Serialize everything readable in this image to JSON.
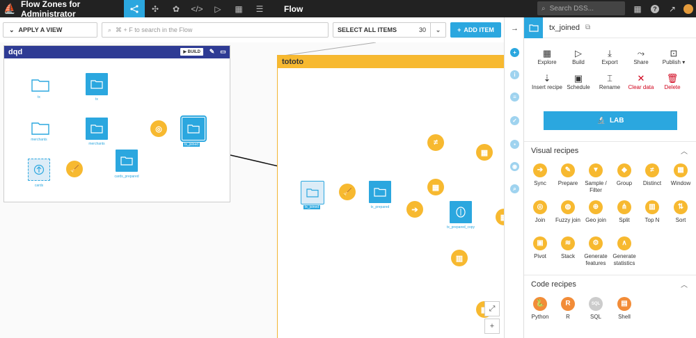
{
  "topnav": {
    "title": "Flow Zones for Administrator",
    "current": "Flow",
    "search_placeholder": "Search DSS...",
    "icons": [
      "flow-icon",
      "recipe-icon",
      "ml-icon",
      "code-icon",
      "run-icon",
      "dashboard-icon",
      "wiki-icon"
    ]
  },
  "toolbar": {
    "apply_view": "APPLY A VIEW",
    "search_placeholder": "⌘ + F to search in the Flow",
    "select_all": "SELECT ALL ITEMS",
    "select_count": "30",
    "add_item": "ADD ITEM"
  },
  "zones": {
    "dqd": {
      "title": "dqd",
      "build": "BUILD",
      "nodes": [
        "tx",
        "tx",
        "merchants",
        "merchants",
        "cards",
        "cards_prepared",
        "tx_joined"
      ]
    },
    "tototo": {
      "title": "tototo",
      "nodes": [
        "tx_joined",
        "tx_prepared",
        "tx_prepared_copy"
      ]
    }
  },
  "panel": {
    "dataset_name": "tx_joined",
    "actions": [
      {
        "label": "Explore",
        "icon": "table-icon"
      },
      {
        "label": "Build",
        "icon": "play-icon"
      },
      {
        "label": "Export",
        "icon": "download-icon"
      },
      {
        "label": "Share",
        "icon": "share-icon"
      },
      {
        "label": "Publish",
        "icon": "publish-icon"
      },
      {
        "label": "Insert recipe",
        "icon": "insert-recipe-icon"
      },
      {
        "label": "Schedule",
        "icon": "schedule-icon"
      },
      {
        "label": "Rename",
        "icon": "rename-icon"
      },
      {
        "label": "Clear data",
        "icon": "clear-icon"
      },
      {
        "label": "Delete",
        "icon": "trash-icon"
      }
    ],
    "lab": "LAB",
    "visual_title": "Visual recipes",
    "visual": [
      "Sync",
      "Prepare",
      "Sample / Filter",
      "Group",
      "Distinct",
      "Window",
      "Join",
      "Fuzzy join",
      "Geo join",
      "Split",
      "Top N",
      "Sort",
      "Pivot",
      "Stack",
      "Generate features",
      "Generate statistics"
    ],
    "code_title": "Code recipes",
    "code": [
      "Python",
      "R",
      "SQL",
      "Shell"
    ]
  },
  "colors": {
    "accent": "#2ba7df",
    "recipe": "#f7b930",
    "zone_dqd": "#2e3b94",
    "zone_tototo": "#f7b930",
    "danger": "#d0021b"
  }
}
